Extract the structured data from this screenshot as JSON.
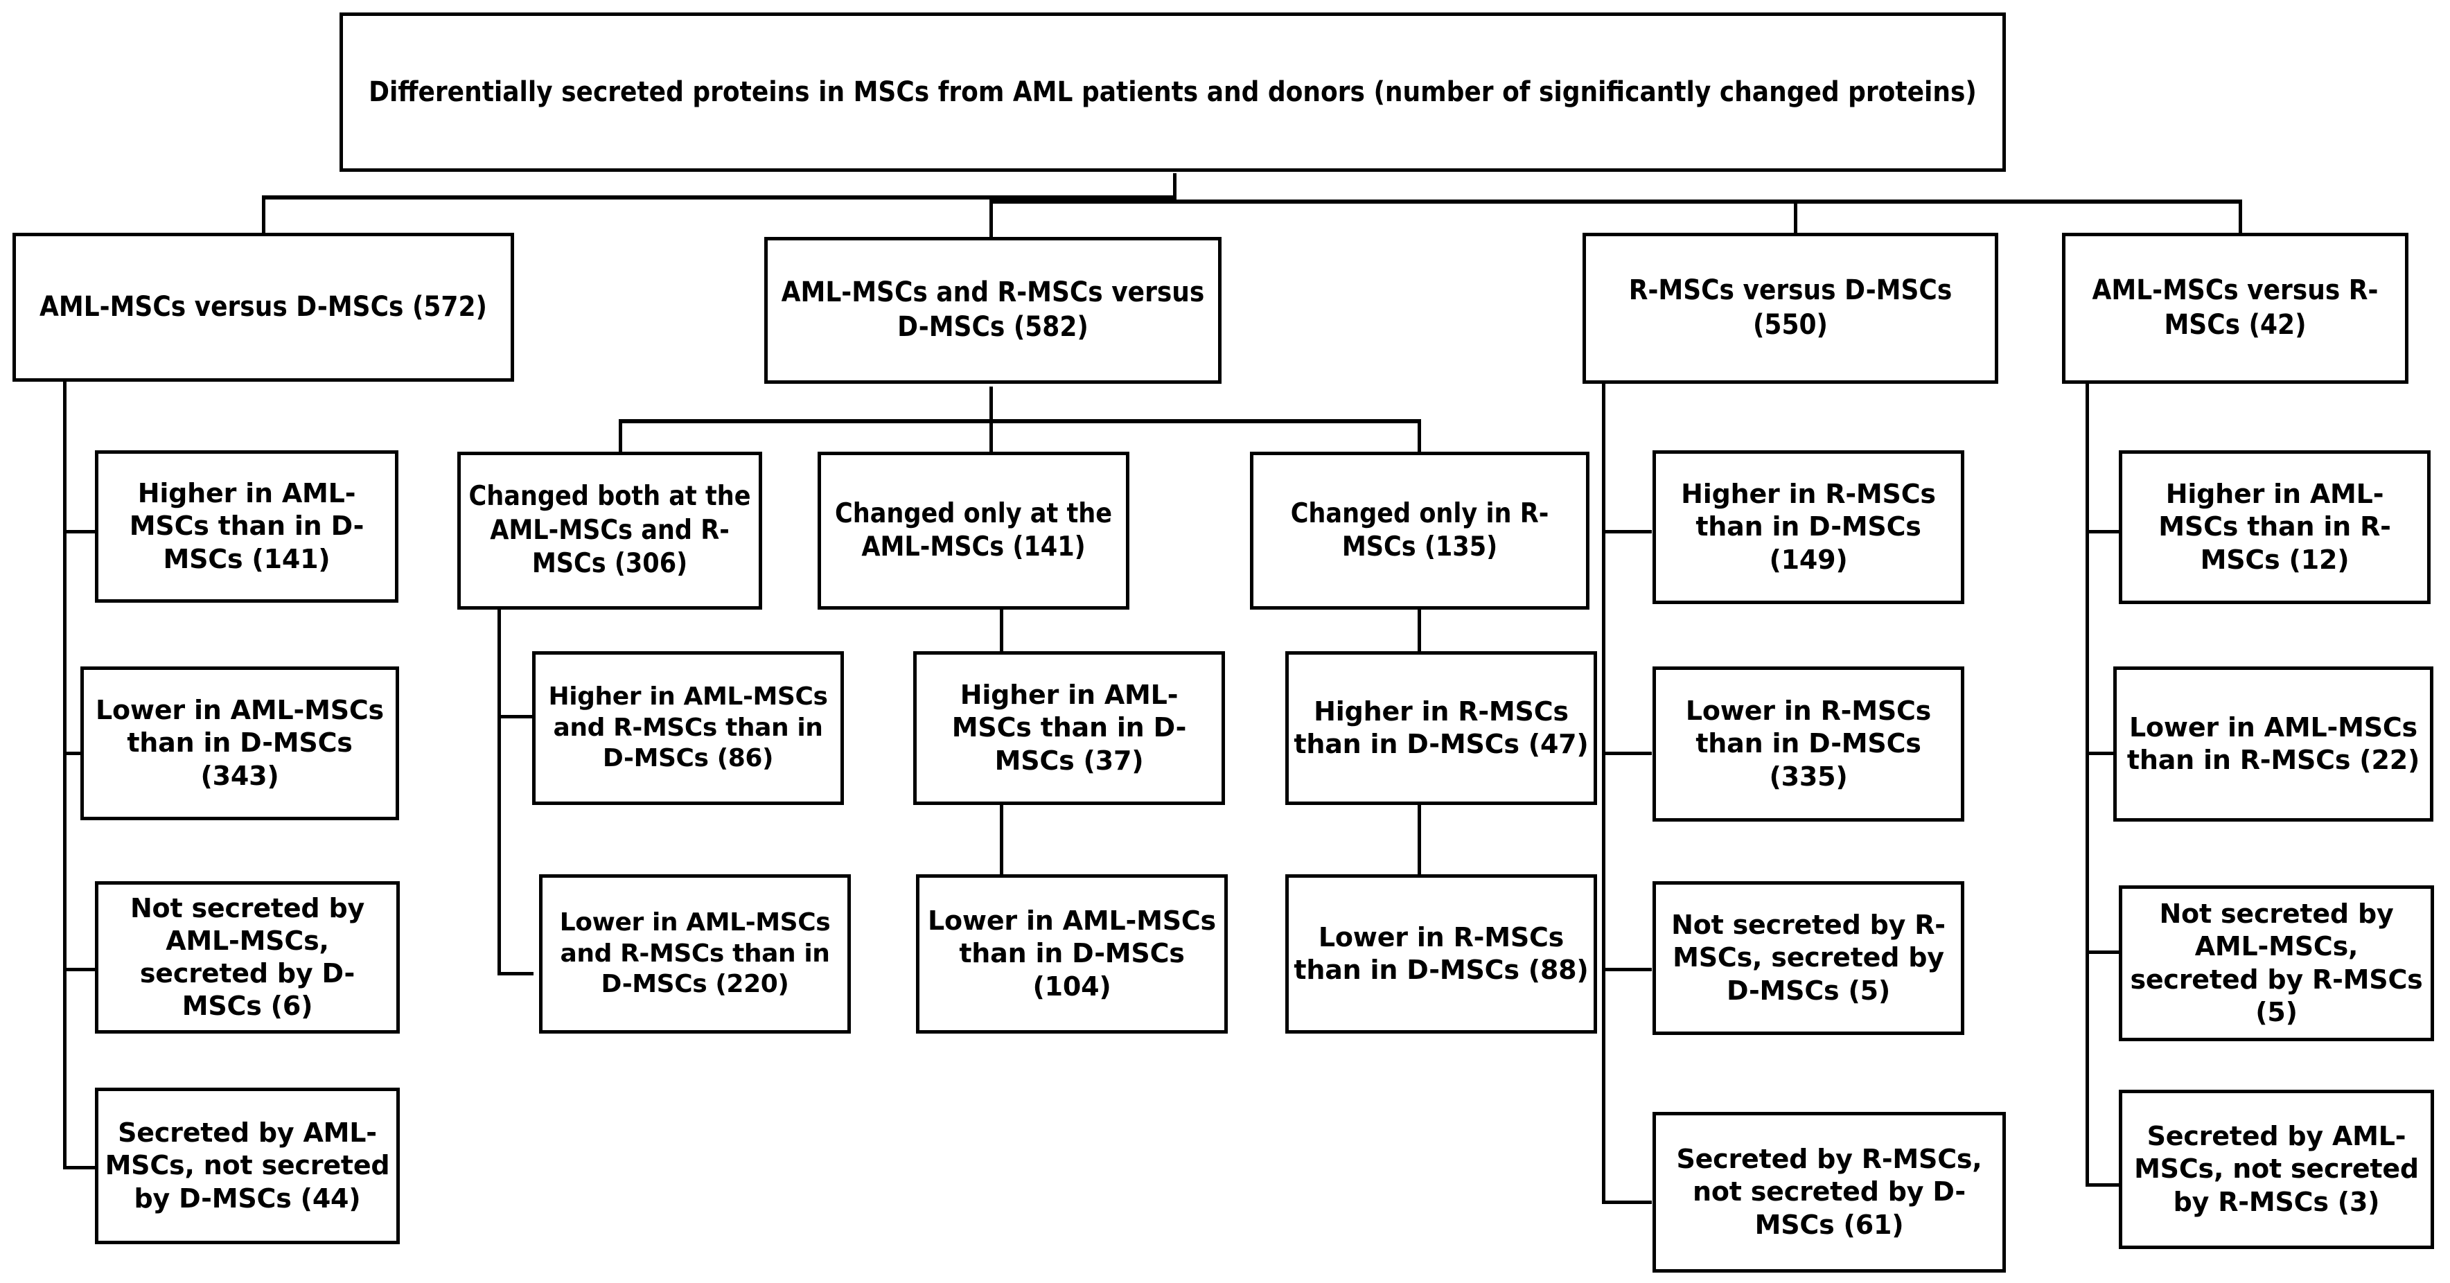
{
  "diagram": {
    "type": "flowchart-tree",
    "title_box": {
      "label": "Differentially secreted proteins in MSCs from AML patients and donors (number of significantly changed proteins)",
      "count": null
    },
    "level2": [
      {
        "id": "aml-vs-d",
        "label": "AML-MSCs versus D-MSCs (572)",
        "count": 572
      },
      {
        "id": "aml-r-vs-d",
        "label": "AML-MSCs and R-MSCs versus  D-MSCs (582)",
        "count": 582
      },
      {
        "id": "r-vs-d",
        "label": "R-MSCs versus D-MSCs (550)",
        "count": 550
      },
      {
        "id": "aml-vs-r",
        "label": "AML-MSCs versus R-MSCs (42)",
        "count": 42
      }
    ],
    "col1_children": [
      {
        "label": "Higher in AML-MSCs than in D-MSCs (141)",
        "count": 141
      },
      {
        "label": "Lower in AML-MSCs than in  D-MSCs (343)",
        "count": 343
      },
      {
        "label": "Not secreted by AML-MSCs, secreted by D-MSCs (6)",
        "count": 6
      },
      {
        "label": "Secreted by AML-MSCs, not secreted by D-MSCs (44)",
        "count": 44
      }
    ],
    "col2_level3": [
      {
        "id": "changed-both",
        "label": "Changed both at the AML-MSCs and R-MSCs (306)",
        "count": 306
      },
      {
        "id": "changed-aml",
        "label": "Changed only at the AML-MSCs (141)",
        "count": 141
      },
      {
        "id": "changed-r",
        "label": "Changed only in R-MSCs (135)",
        "count": 135
      }
    ],
    "changed_both_children": [
      {
        "label": "Higher in AML-MSCs and R-MSCs than in D-MSCs (86)",
        "count": 86
      },
      {
        "label": "Lower in AML-MSCs and R-MSCs than in D-MSCs (220)",
        "count": 220
      }
    ],
    "changed_aml_children": [
      {
        "label": "Higher in AML-MSCs than in D-MSCs (37)",
        "count": 37
      },
      {
        "label": "Lower in AML-MSCs  than in D-MSCs (104)",
        "count": 104
      }
    ],
    "changed_r_children": [
      {
        "label": "Higher in R-MSCs than in D-MSCs (47)",
        "count": 47
      },
      {
        "label": "Lower in R-MSCs than in D-MSCs (88)",
        "count": 88
      }
    ],
    "col3_children": [
      {
        "label": "Higher in R-MSCs than in D-MSCs (149)",
        "count": 149
      },
      {
        "label": "Lower in R-MSCs than in D-MSCs (335)",
        "count": 335
      },
      {
        "label": "Not secreted by R-MSCs, secreted by D-MSCs (5)",
        "count": 5
      },
      {
        "label": "Secreted by R-MSCs, not secreted by D-MSCs (61)",
        "count": 61
      }
    ],
    "col4_children": [
      {
        "label": "Higher in AML-MSCs than in R-MSCs (12)",
        "count": 12
      },
      {
        "label": "Lower in AML-MSCs than in  R-MSCs (22)",
        "count": 22
      },
      {
        "label": "Not secreted by AML-MSCs, secreted by R-MSCs (5)",
        "count": 5
      },
      {
        "label": "Secreted by AML-MSCs, not secreted by R-MSCs (3)",
        "count": 3
      }
    ],
    "colors": {
      "stroke": "#000000",
      "fill": "#ffffff",
      "text": "#000000"
    }
  }
}
